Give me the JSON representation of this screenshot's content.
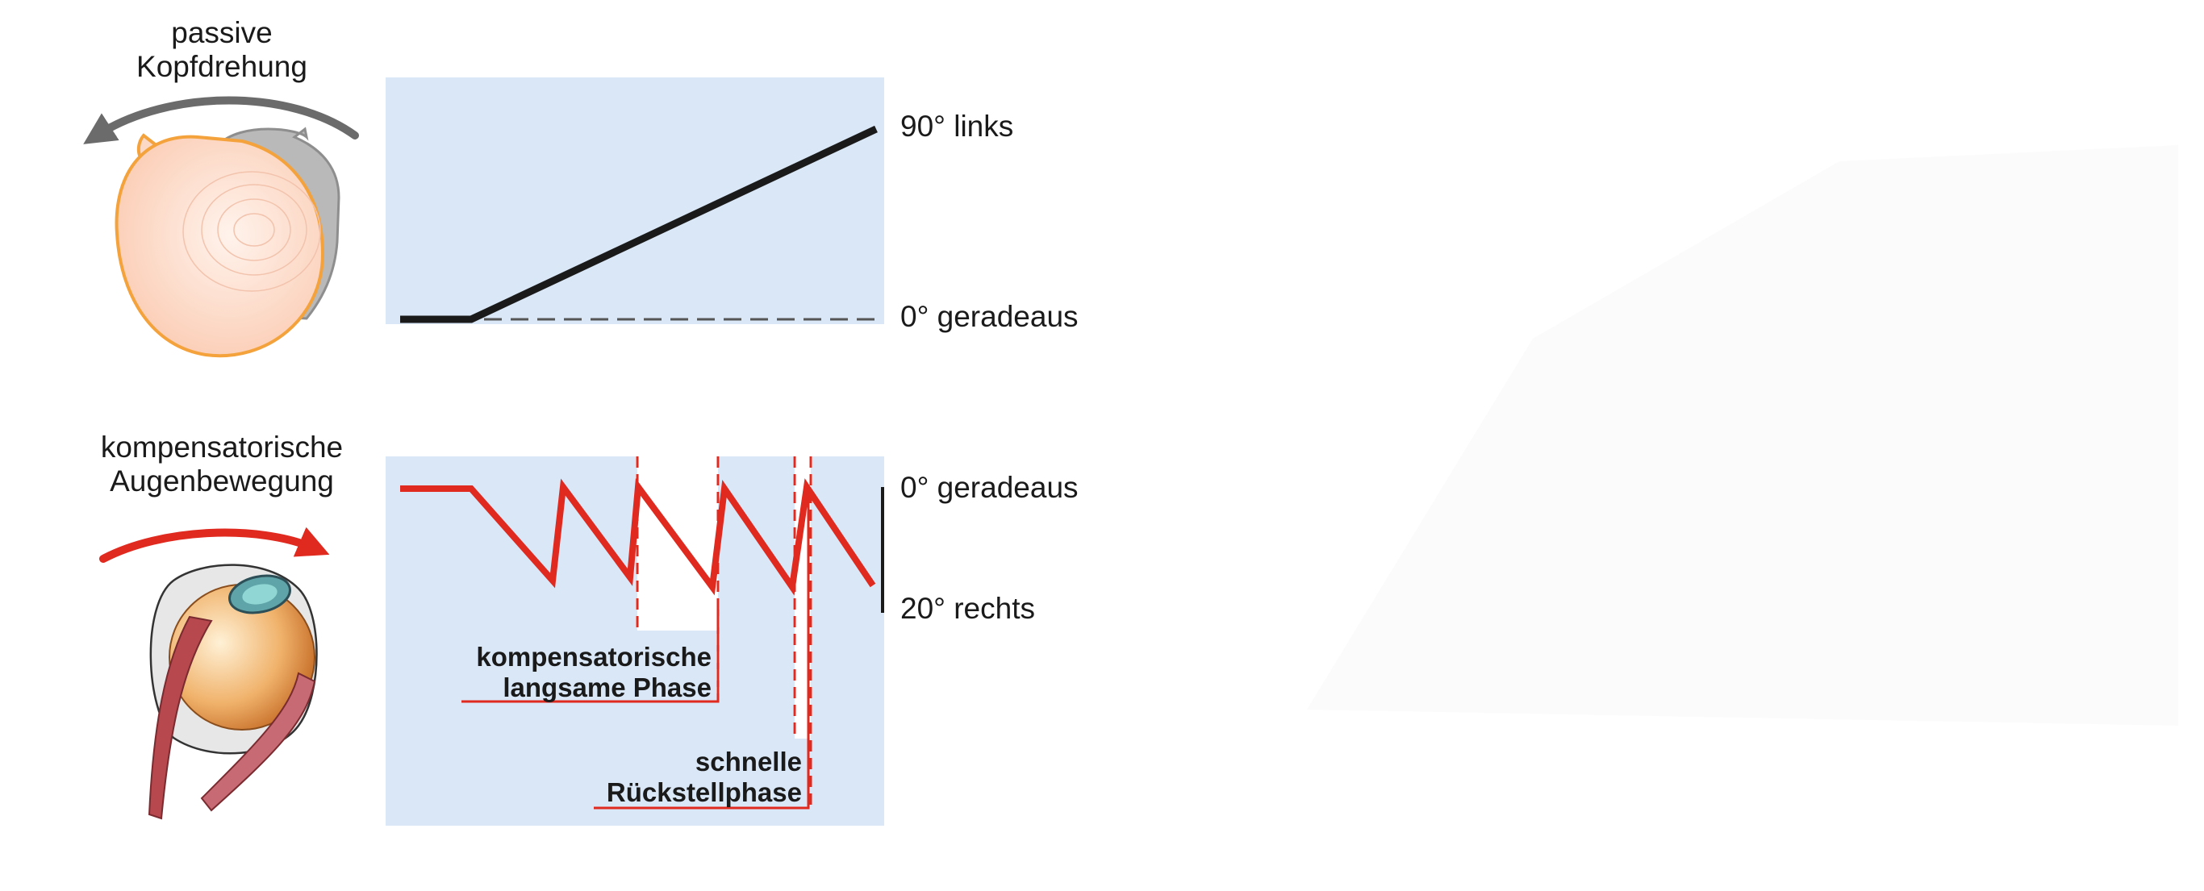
{
  "head_panel": {
    "title_line1": "passive",
    "title_line2": "Kopfdrehung",
    "label_top": "90° links",
    "label_bottom": "0° geradeaus",
    "values": {
      "baseline_deg": 0,
      "max_deg": 90
    }
  },
  "eye_panel": {
    "title_line1": "kompensatorische",
    "title_line2": "Augenbewegung",
    "label_top": "0° geradeaus",
    "label_bottom": "20° rechts",
    "slow_phase_line1": "kompensatorische",
    "slow_phase_line2": "langsame Phase",
    "fast_phase_line1": "schnelle",
    "fast_phase_line2": "Rückstellphase",
    "values": {
      "baseline_deg": 0,
      "max_deg": 20
    }
  },
  "colors": {
    "panel_bg": "#d9e7f7",
    "head_trace": "#1a1a1a",
    "eye_trace": "#e0291f",
    "arrow_gray": "#6b6b6b",
    "skin": "#fbd9c6",
    "skin_outline": "#f4a23c"
  }
}
